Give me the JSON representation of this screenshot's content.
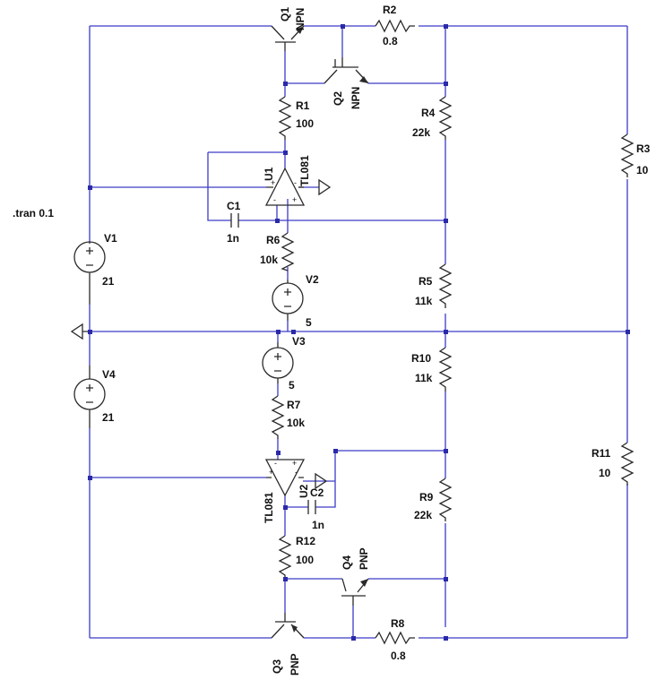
{
  "directive": ".tran 0.1",
  "components": {
    "Q1": {
      "name": "Q1",
      "type": "NPN"
    },
    "Q2": {
      "name": "Q2",
      "type": "NPN"
    },
    "Q3": {
      "name": "Q3",
      "type": "PNP"
    },
    "Q4": {
      "name": "Q4",
      "type": "PNP"
    },
    "R1": {
      "name": "R1",
      "value": "100"
    },
    "R2": {
      "name": "R2",
      "value": "0.8"
    },
    "R3": {
      "name": "R3",
      "value": "10"
    },
    "R4": {
      "name": "R4",
      "value": "22k"
    },
    "R5": {
      "name": "R5",
      "value": "11k"
    },
    "R6": {
      "name": "R6",
      "value": "10k"
    },
    "R7": {
      "name": "R7",
      "value": "10k"
    },
    "R8": {
      "name": "R8",
      "value": "0.8"
    },
    "R9": {
      "name": "R9",
      "value": "22k"
    },
    "R10": {
      "name": "R10",
      "value": "11k"
    },
    "R11": {
      "name": "R11",
      "value": "10"
    },
    "R12": {
      "name": "R12",
      "value": "100"
    },
    "C1": {
      "name": "C1",
      "value": "1n"
    },
    "C2": {
      "name": "C2",
      "value": "1n"
    },
    "U1": {
      "name": "U1",
      "model": "TL081"
    },
    "U2": {
      "name": "U2",
      "model": "TL081"
    },
    "V1": {
      "name": "V1",
      "value": "21"
    },
    "V2": {
      "name": "V2",
      "value": "5"
    },
    "V3": {
      "name": "V3",
      "value": "5"
    },
    "V4": {
      "name": "V4",
      "value": "21"
    }
  },
  "colors": {
    "wire": "#3c3cc8",
    "component": "#2a2a2a",
    "junction": "#2a2aa8",
    "text": "#111111"
  }
}
